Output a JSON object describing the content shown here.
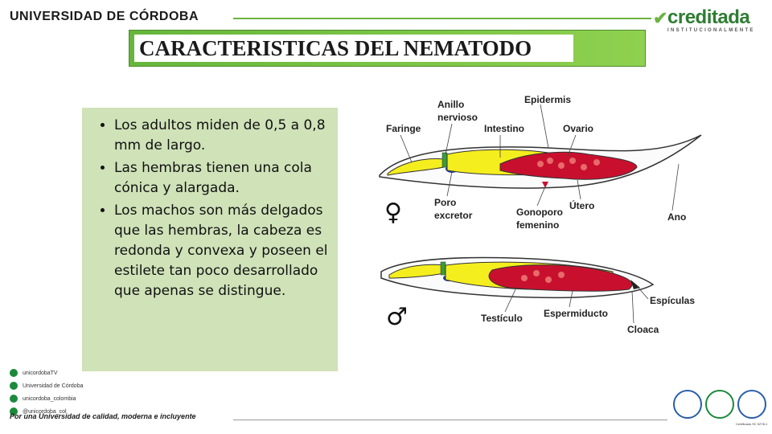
{
  "header": {
    "university": "UNIVERSIDAD DE CÓRDOBA",
    "accreditation": {
      "word": "creditada",
      "sub": "INSTITUCIONALMENTE"
    }
  },
  "title": "CARACTERISTICAS  DEL NEMATODO",
  "bullets": [
    "Los adultos miden de 0,5 a 0,8 mm de largo.",
    "Las hembras tienen una cola cónica y alargada.",
    "Los machos son más delgados que las hembras, la cabeza es redonda y convexa y poseen el estilete tan poco desarrollado que apenas se distingue."
  ],
  "diagram_labels": {
    "epidermis": "Epidermis",
    "anillo_1": "Anillo",
    "anillo_2": "nervioso",
    "faringe": "Faringe",
    "intestino": "Intestino",
    "ovario": "Ovario",
    "poro_1": "Poro",
    "poro_2": "excretor",
    "gonoporo_1": "Gonoporo",
    "gonoporo_2": "femenino",
    "utero": "Útero",
    "ano": "Ano",
    "female_symbol": "♀",
    "male_symbol": "♂",
    "espiculas": "Espículas",
    "testiculo": "Testículo",
    "espermiducto": "Espermiducto",
    "cloaca": "Cloaca"
  },
  "social": [
    {
      "icon": "youtube-icon",
      "label": "unicordobaTV"
    },
    {
      "icon": "facebook-icon",
      "label": "Universidad de Córdoba"
    },
    {
      "icon": "instagram-icon",
      "label": "unicordoba_colombia"
    },
    {
      "icon": "twitter-icon",
      "label": "@unicordoba_col"
    }
  ],
  "slogan": "Por una Universidad de calidad, moderna e incluyente",
  "certificates": {
    "cert_1": "Certificado SC 5278-1"
  },
  "colors": {
    "accent_green": "#6db33f",
    "bullet_box": "#cfe2b8",
    "organ_yellow": "#f5ee1e",
    "organ_red": "#c8102e"
  }
}
